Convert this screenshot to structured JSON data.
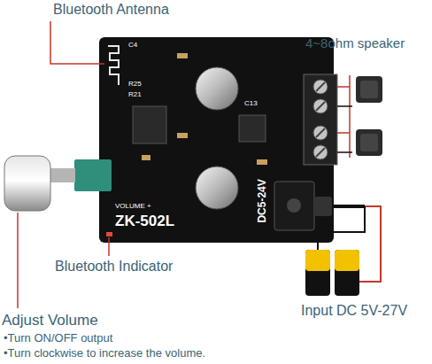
{
  "diagram": {
    "labels": [
      "Bluetooth Antenna",
      "4~8ohm speaker",
      "C4",
      "R25",
      "R21",
      "C13",
      "VOLUME +",
      "ZK-502L",
      "DC5-24V",
      "Bluetooth Indicator",
      "Adjust Volume",
      "•Turn ON/OFF output",
      "•Turn clockwise to increase the volume.",
      "Input DC 5V-27V"
    ]
  }
}
